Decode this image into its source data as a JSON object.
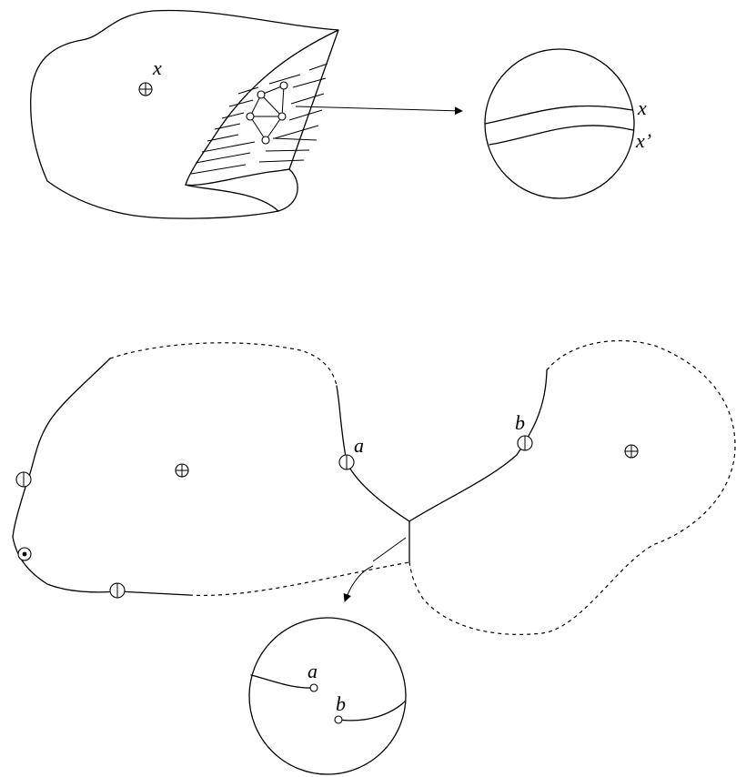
{
  "top_figure": {
    "point_label": "x",
    "inset_labels": {
      "upper_curve": "x",
      "lower_curve": "x’"
    }
  },
  "bottom_figure": {
    "left_junction_label": "a",
    "right_junction_label": "b",
    "inset_labels": {
      "left_endpoint": "a",
      "right_endpoint": "b"
    }
  },
  "icons": {
    "crossed_circle": "oplus-icon",
    "barred_circle": "circle-vertical-bar-icon",
    "dotted_circle": "circled-dot-icon",
    "open_node": "small-circle-node-icon"
  }
}
